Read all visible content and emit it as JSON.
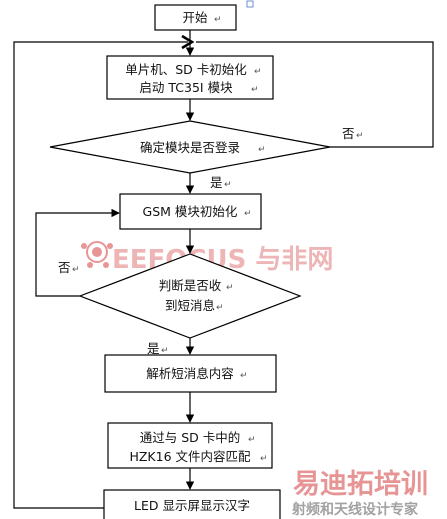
{
  "colors": {
    "line": "#000000",
    "watermark_red": "#e07a7a",
    "watermark_logo_red": "#d94040",
    "watermark_gray": "#8a8a8a",
    "anchor_blue": "#6f8fd0"
  },
  "nodes": {
    "start": "开始",
    "init_line1": "单片机、SD 卡初始化",
    "init_line2": "启动 TC35I 模块",
    "decision_login": "确定模块是否登录",
    "gsm_init": "GSM 模块初始化",
    "decision_sms_line1": "判断是否收",
    "decision_sms_line2": "到短消息",
    "parse": "解析短消息内容",
    "match_line1": "通过与 SD 卡中的",
    "match_line2": "HZK16 文件内容匹配",
    "display": "LED 显示屏显示汉字"
  },
  "edges": {
    "no_login": "否",
    "yes_login": "是",
    "no_sms": "否",
    "yes_sms": "是"
  },
  "watermarks": {
    "center_logo": "EEFOCUS 与非网",
    "corner_line1": "易迪拓培训",
    "corner_line2": "射频和天线设计专家"
  }
}
